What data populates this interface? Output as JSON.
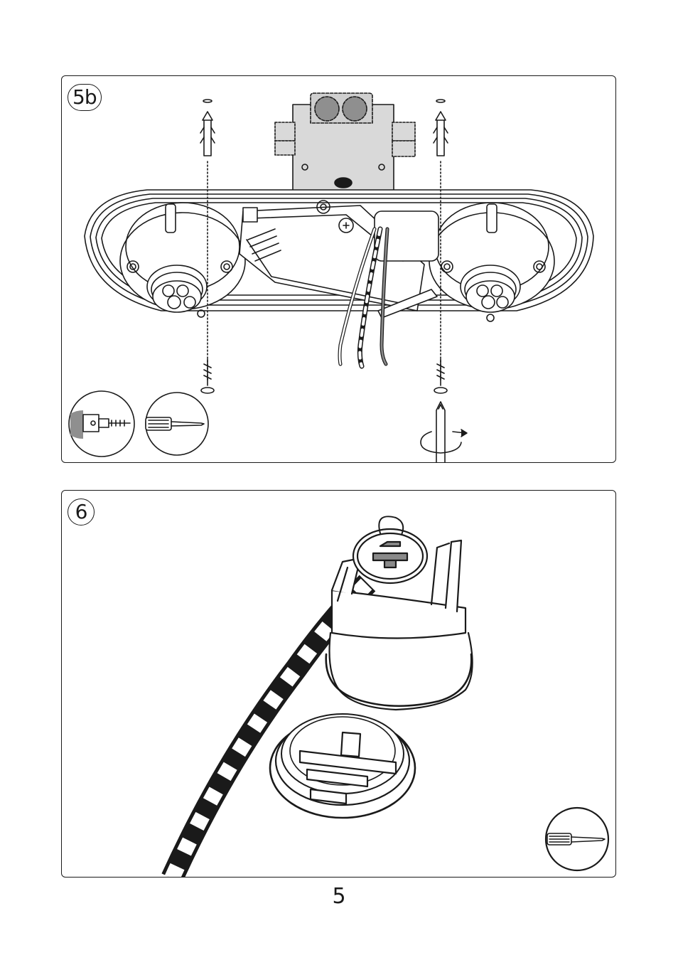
{
  "steps": {
    "step_5b": {
      "label": "5b",
      "tools": [
        "drill-icon",
        "screwdriver-icon"
      ]
    },
    "step_6": {
      "label": "6",
      "tools": [
        "screwdriver-icon"
      ]
    }
  },
  "colors": {
    "ink": "#1a1a1a",
    "box_grey": "#d9d9d9",
    "cap_grey": "#8a8a8a",
    "paper": "#ffffff"
  },
  "page": {
    "number": "5"
  }
}
